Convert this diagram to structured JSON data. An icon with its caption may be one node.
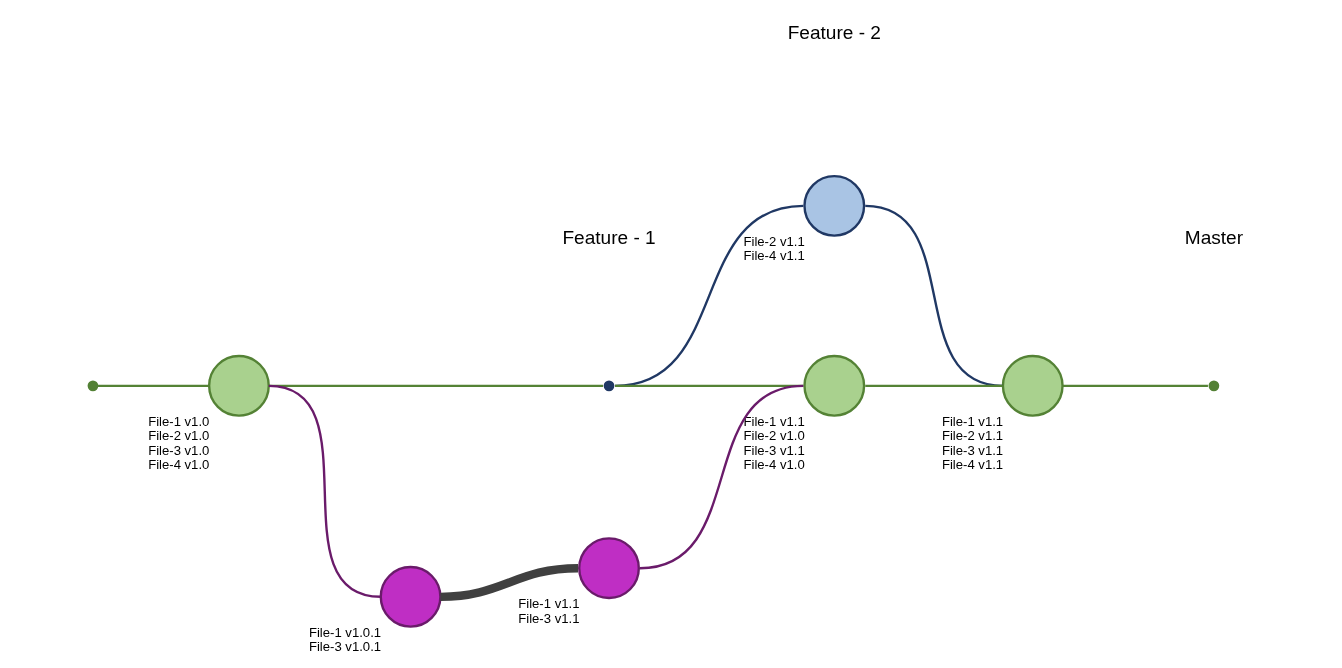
{
  "diagram": {
    "nodes": [
      {
        "text": [],
        "shape": "circle"
      },
      {
        "text": [],
        "shape": "circle",
        "beside": [
          "File-1 v1.0",
          "File-2 v1.0",
          "File-3 v1.0",
          "File-4 v1.0"
        ]
      },
      {
        "text": [],
        "shape": "circle",
        "beside": [
          "File-1 v1.0.1",
          "File-3 v1.0.1"
        ]
      },
      {
        "text": [],
        "shape": "circle"
      },
      {
        "text": [],
        "shape": "circle",
        "beside": [
          "File-1 v1.1",
          "File-3 v1.1"
        ]
      },
      {
        "text": [],
        "shape": "circle",
        "beside": [
          "File-2 v1.1",
          "File-4 v1.1"
        ]
      },
      {
        "text": [],
        "shape": "circle",
        "beside": [
          "File-1 v1.1",
          "File-2 v1.0",
          "File-3 v1.1",
          "File-4 v1.0"
        ]
      },
      {
        "text": [],
        "shape": "circle",
        "beside": [
          "File-1 v1.1",
          "File-2 v1.1",
          "File-3 v1.1",
          "File-4 v1.1"
        ]
      },
      {
        "text": [],
        "shape": "circle"
      }
    ],
    "edges": [
      {
        "from": 0,
        "to": 1,
        "arrow": "none"
      },
      {
        "from": 1,
        "to": 3,
        "arrow": "none"
      },
      {
        "from": 3,
        "to": 6,
        "arrow": "none"
      },
      {
        "from": 6,
        "to": 7,
        "arrow": "none"
      },
      {
        "from": 7,
        "to": 8,
        "arrow": "none"
      },
      {
        "from": 1,
        "to": 2,
        "arrow": "none",
        "color": "#6a1b6a"
      },
      {
        "from": 2,
        "to": 4,
        "arrow": "none",
        "style": "thick",
        "color": "#404040"
      },
      {
        "from": 4,
        "to": 6,
        "arrow": "none",
        "color": "#6a1b6a"
      },
      {
        "from": 3,
        "to": 5,
        "arrow": "none",
        "color": "#203864"
      },
      {
        "from": 5,
        "to": 7,
        "arrow": "none",
        "color": "#203864"
      }
    ],
    "labels": [
      "Feature - 2",
      "Master",
      "Feature - 1"
    ]
  }
}
